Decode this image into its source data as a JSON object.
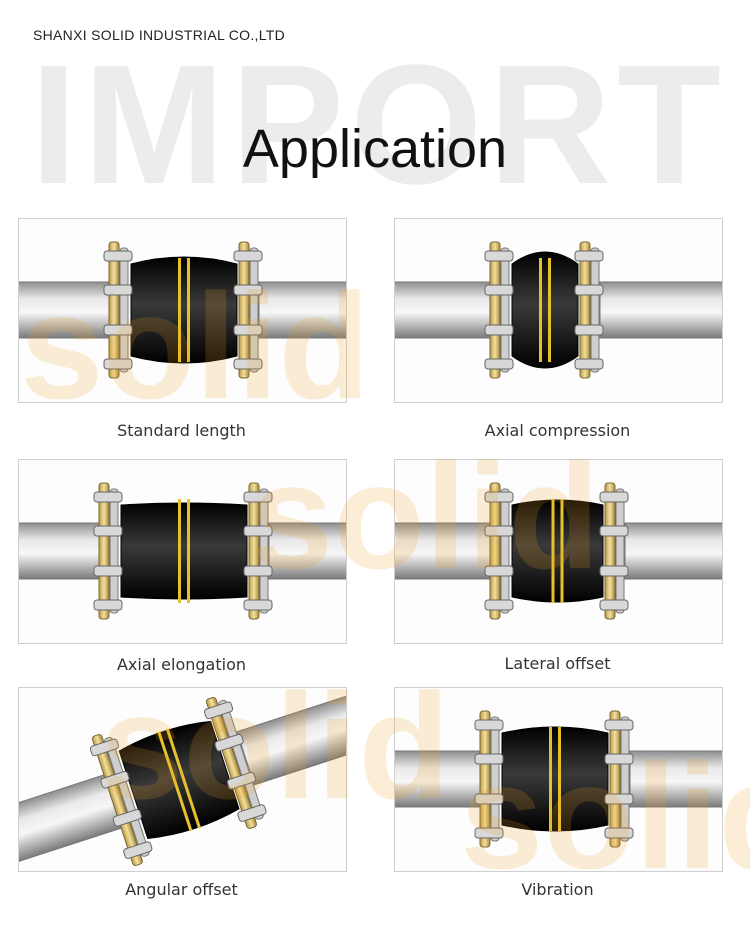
{
  "company": "SHANXI SOLID INDUSTRIAL CO.,LTD",
  "watermark": "IMPORT",
  "title": "Application",
  "logo_text": "solid",
  "panels": [
    {
      "caption": "Standard length"
    },
    {
      "caption": "Axial compression"
    },
    {
      "caption": "Axial elongation"
    },
    {
      "caption": "Lateral offset"
    },
    {
      "caption": "Angular offset"
    },
    {
      "caption": "Vibration"
    }
  ],
  "colors": {
    "pipe": "#b8b8b8",
    "flange": "#d9c27a",
    "rubber": "#111111",
    "stripe": "#e6c12a"
  }
}
